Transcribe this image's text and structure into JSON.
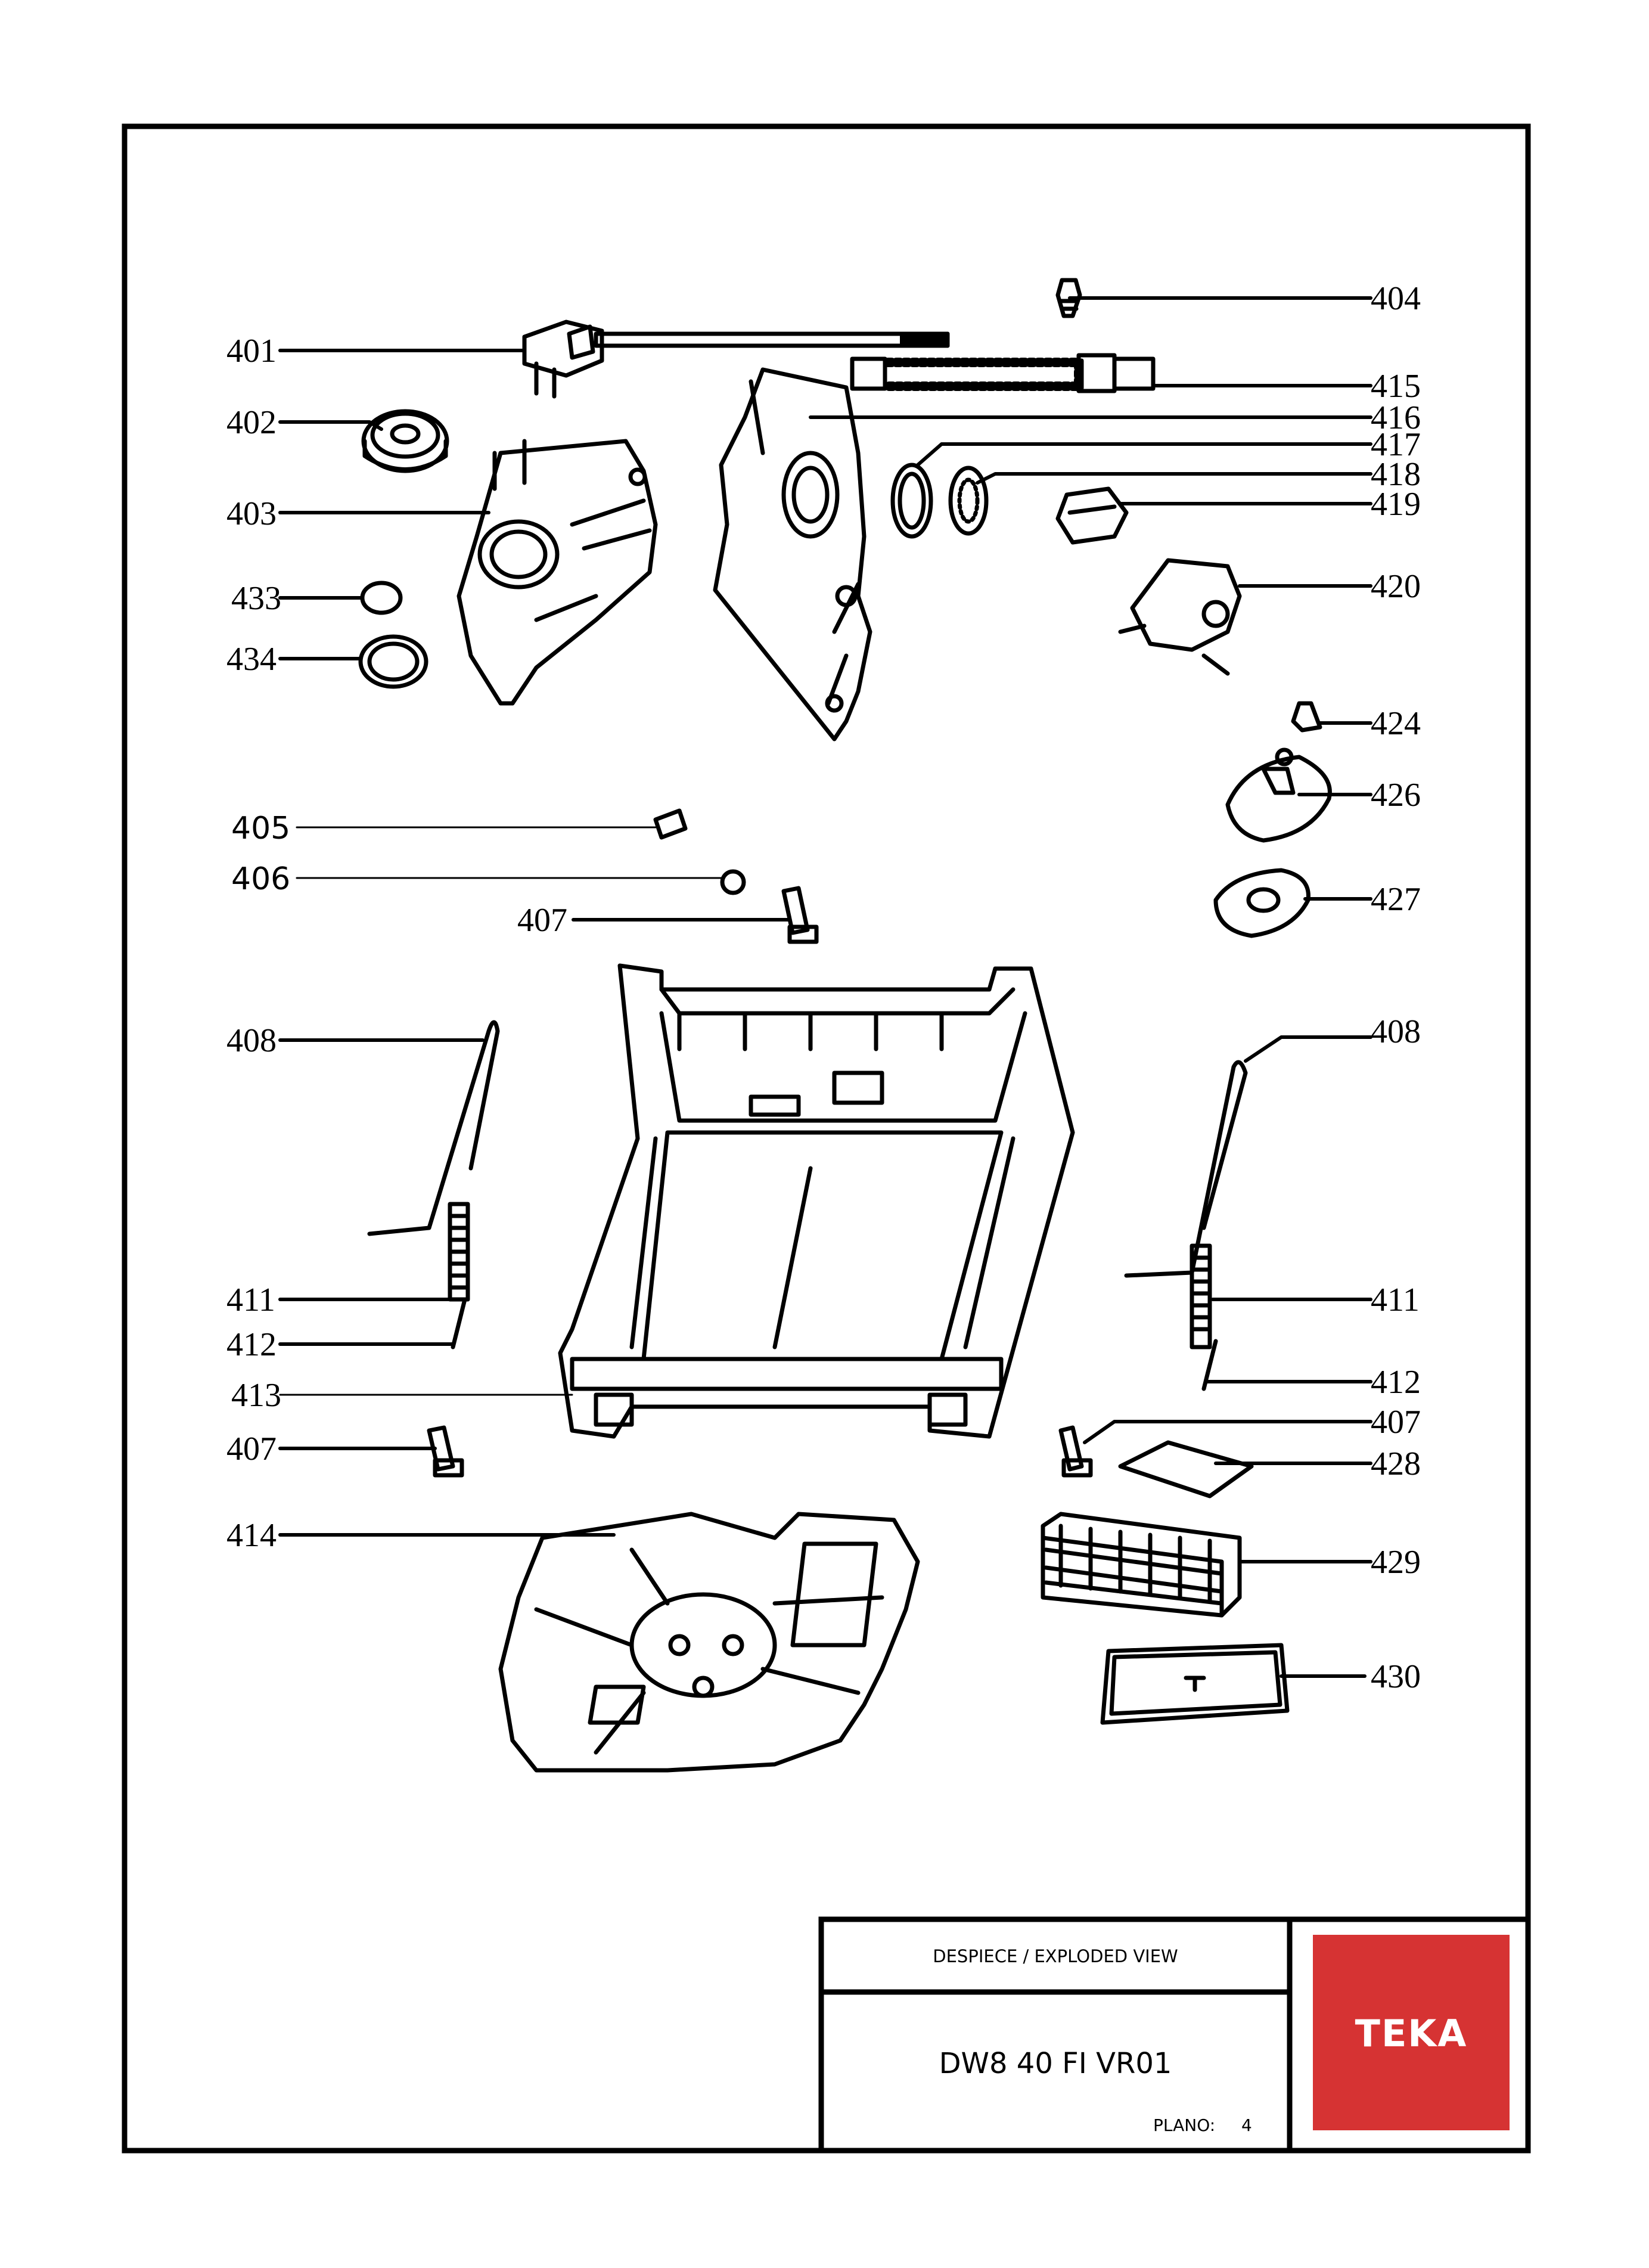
{
  "callouts": {
    "c401": "401",
    "c402": "402",
    "c403": "403",
    "c433": "433",
    "c434": "434",
    "c404": "404",
    "c415": "415",
    "c416": "416",
    "c417": "417",
    "c418": "418",
    "c419": "419",
    "c420": "420",
    "c424": "424",
    "c426": "426",
    "c427": "427",
    "c405": "405",
    "c406": "406",
    "c407a": "407",
    "c408L": "408",
    "c408R": "408",
    "c411L": "411",
    "c411R": "411",
    "c412L": "412",
    "c412R": "412",
    "c413": "413",
    "c407L": "407",
    "c407R": "407",
    "c428": "428",
    "c414": "414",
    "c429": "429",
    "c430": "430"
  },
  "title_block": {
    "heading": "DESPIECE / EXPLODED VIEW",
    "model": "DW8 40 FI VR01",
    "plano_label": "PLANO:",
    "plano_value": "4"
  },
  "logo": {
    "text": "TEKA",
    "color": "#d63333"
  }
}
